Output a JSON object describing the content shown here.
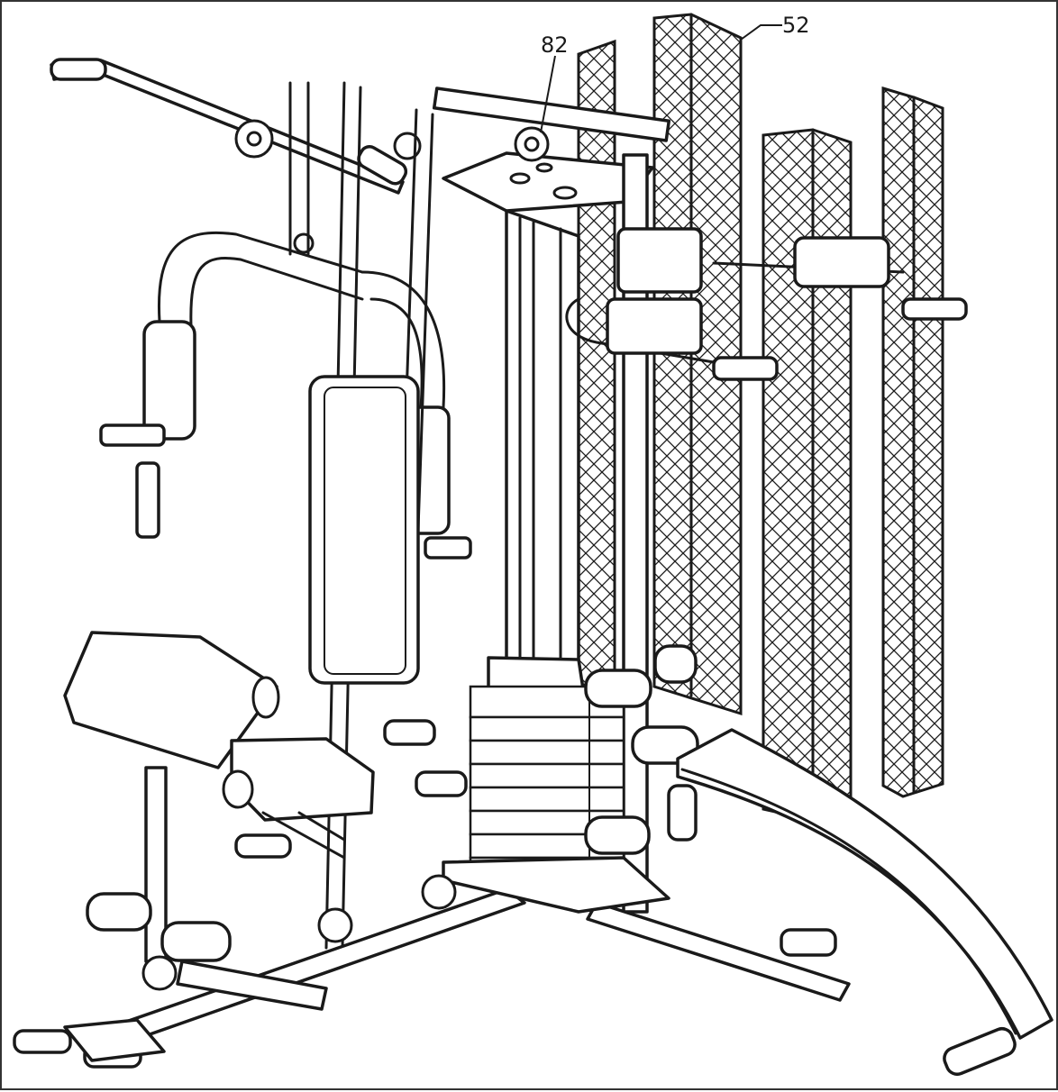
{
  "figure": {
    "callouts": [
      {
        "id": "82",
        "text": "82"
      },
      {
        "id": "52",
        "text": "52"
      }
    ]
  },
  "colors": {
    "line": "#1a1a1a",
    "background": "#ffffff"
  }
}
